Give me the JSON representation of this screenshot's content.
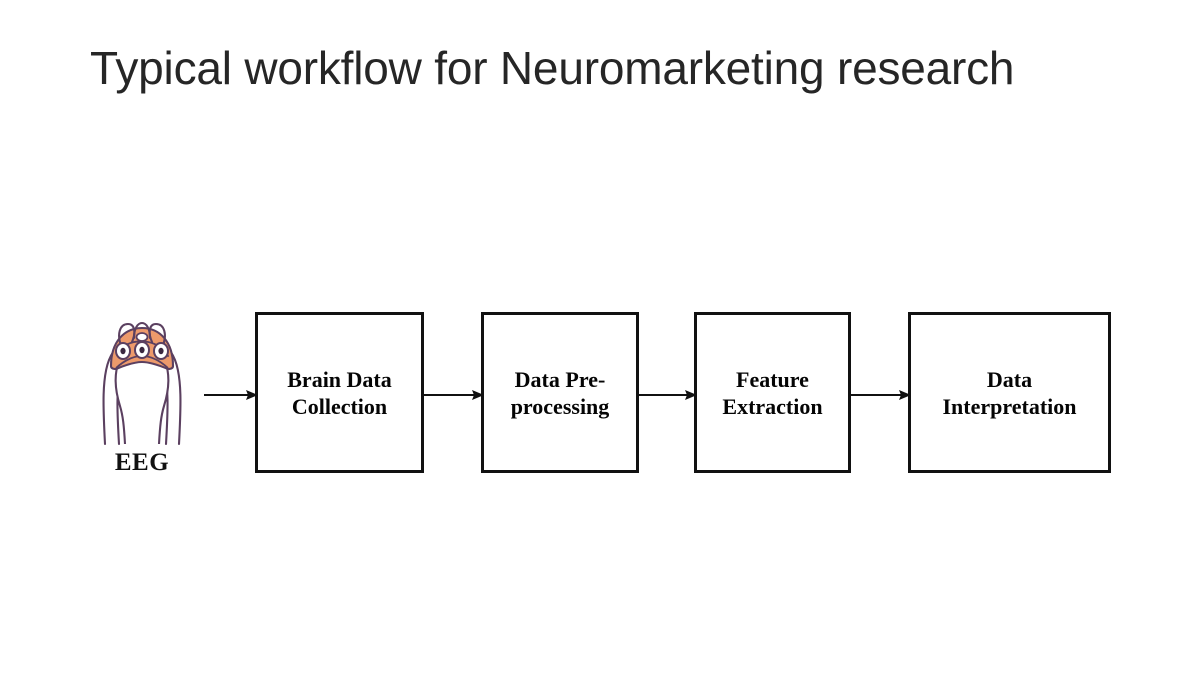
{
  "slide": {
    "title": "Typical workflow for Neuromarketing research",
    "background_color": "#FFFFFF",
    "title_color": "#262626"
  },
  "diagram": {
    "type": "flowchart",
    "orientation": "left-to-right",
    "source_node": {
      "name": "eeg",
      "label": "EEG",
      "icon": "eeg-headcap-icon",
      "cap_color": "#ED9A6B",
      "wire_color": "#5B4060",
      "electrode_count": 3,
      "electrode_color": "#FFFFFF"
    },
    "steps": [
      {
        "id": "step-1",
        "label": "Brain Data\nCollection"
      },
      {
        "id": "step-2",
        "label": "Data Pre-\nprocessing"
      },
      {
        "id": "step-3",
        "label": "Feature\nExtraction"
      },
      {
        "id": "step-4",
        "label": "Data\nInterpretation"
      }
    ],
    "connectors": [
      {
        "id": "arrow-1",
        "from": "eeg",
        "to": "step-1",
        "style": "solid-arrow"
      },
      {
        "id": "arrow-2",
        "from": "step-1",
        "to": "step-2",
        "style": "solid-arrow"
      },
      {
        "id": "arrow-3",
        "from": "step-2",
        "to": "step-3",
        "style": "solid-arrow"
      },
      {
        "id": "arrow-4",
        "from": "step-3",
        "to": "step-4",
        "style": "solid-arrow"
      }
    ],
    "box_border_color": "#111111",
    "box_fill_color": "#FFFFFF",
    "arrow_color": "#111111"
  }
}
